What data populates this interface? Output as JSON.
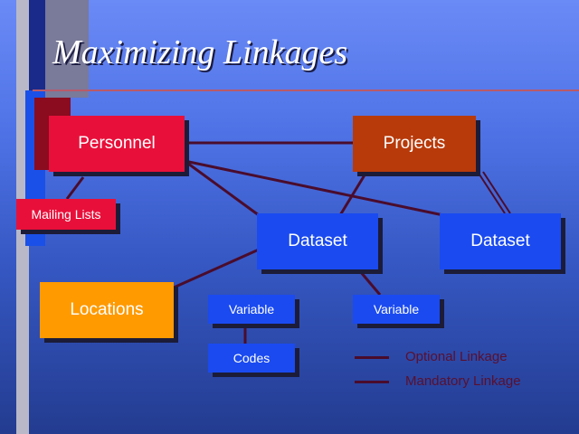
{
  "title": "Maximizing Linkages",
  "colors": {
    "red_box": "#e8103a",
    "brown_box": "#b83a0a",
    "blue_box": "#1a4af0",
    "orange_box": "#ff9a00",
    "link": "#4a0c2c"
  },
  "nodes": {
    "personnel": "Personnel",
    "projects": "Projects",
    "mailing_lists": "Mailing Lists",
    "dataset_1": "Dataset",
    "dataset_2": "Dataset",
    "locations": "Locations",
    "variable_1": "Variable",
    "variable_2": "Variable",
    "codes": "Codes"
  },
  "legend": {
    "optional": "Optional Linkage",
    "mandatory": "Mandatory Linkage"
  }
}
